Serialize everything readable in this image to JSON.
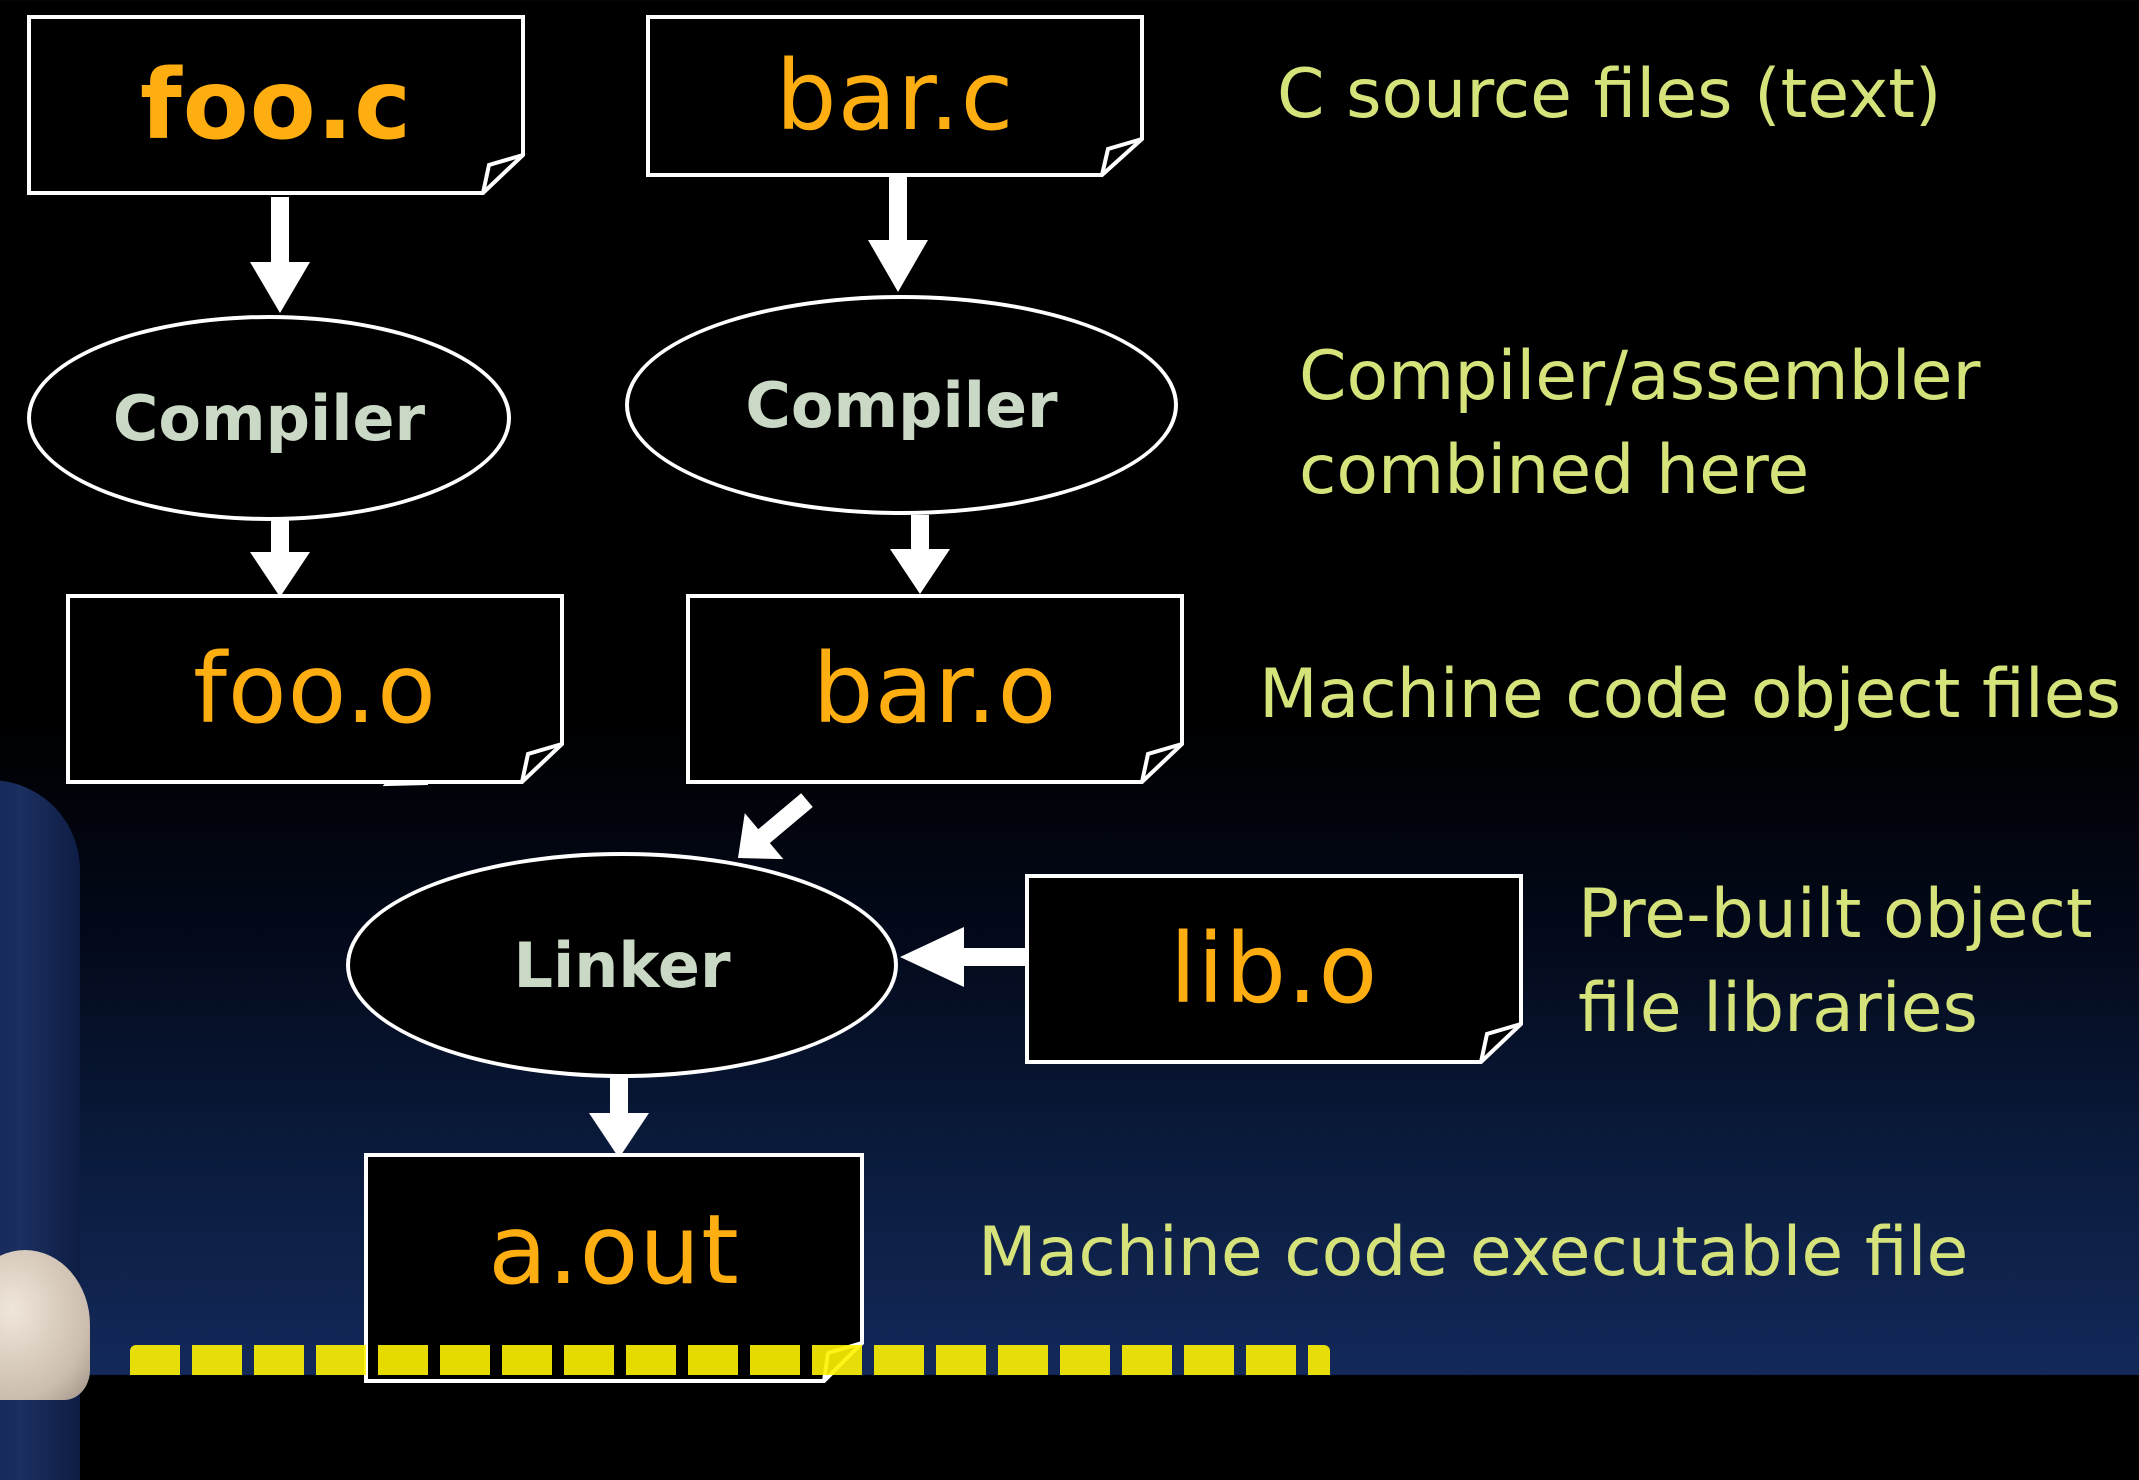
{
  "files": {
    "foo_c": "foo.c",
    "bar_c": "bar.c",
    "foo_o": "foo.o",
    "bar_o": "bar.o",
    "lib_o": "lib.o",
    "a_out": "a.out"
  },
  "processes": {
    "compiler_left": "Compiler",
    "compiler_right": "Compiler",
    "linker": "Linker"
  },
  "notes": {
    "source_files": "C source files (text)",
    "compiler_line1": "Compiler/assembler",
    "compiler_line2": "combined here",
    "object_files": "Machine code object files",
    "library_line1": "Pre-built object",
    "library_line2": "file libraries",
    "executable": "Machine code executable file"
  },
  "colors": {
    "file_label": "#ffae12",
    "process_label": "#c9d9c6",
    "note_text": "#d6e27a",
    "outline": "#ffffff",
    "background": "#000000"
  }
}
